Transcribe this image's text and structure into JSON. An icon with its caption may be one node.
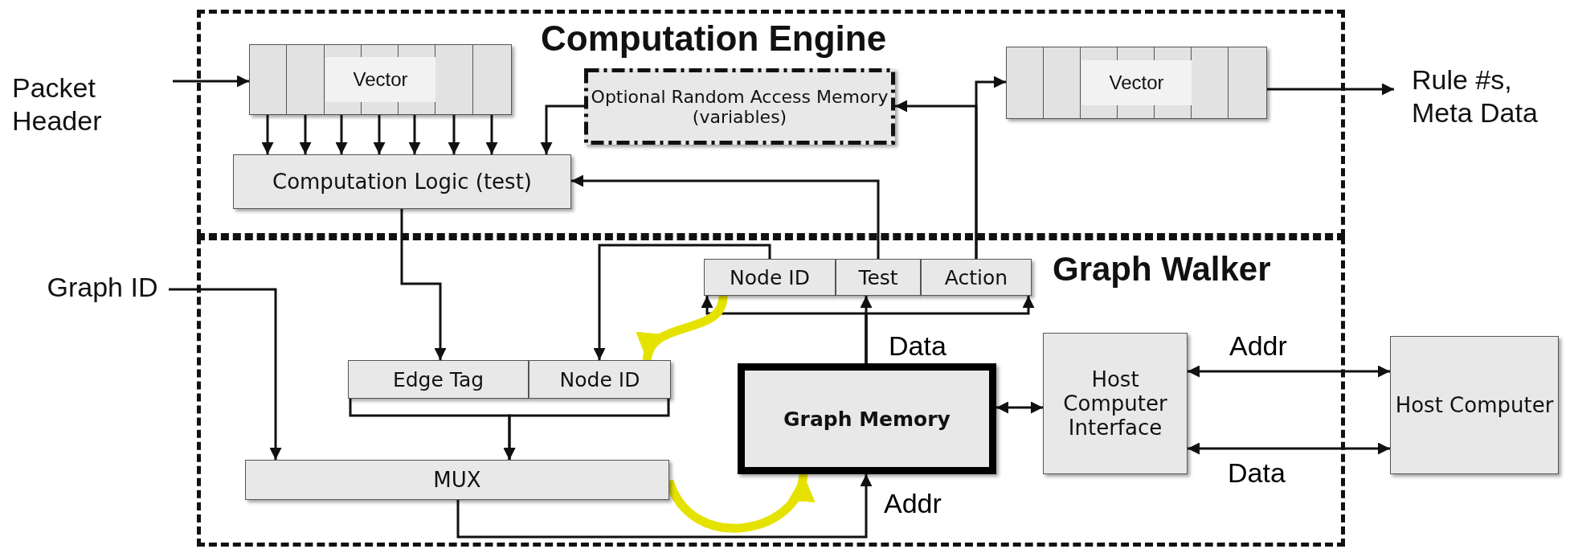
{
  "diagram": {
    "nodes": [
      {
        "text": [
          "Computation Engine"
        ]
      },
      {
        "text": [
          "Vector"
        ],
        "in": 0
      },
      {
        "text": [
          "Optional Random Access Memory (variables)"
        ],
        "in": 0
      },
      {
        "text": [
          "Vector"
        ],
        "in": 0
      },
      {
        "text": [
          "Computation Logic (test)"
        ],
        "in": 0
      },
      {
        "text": [
          "Graph Walker"
        ]
      },
      {
        "text": [
          "Node ID"
        ],
        "in": 5
      },
      {
        "text": [
          "Test"
        ],
        "in": 5
      },
      {
        "text": [
          "Action"
        ],
        "in": 5
      },
      {
        "text": [
          "Edge Tag"
        ],
        "in": 5
      },
      {
        "text": [
          "Node ID"
        ],
        "in": 5
      },
      {
        "text": [
          "MUX"
        ],
        "in": 5
      },
      {
        "text": [
          "Graph Memory"
        ],
        "in": 5
      },
      {
        "text": [
          "Host Computer Interface"
        ],
        "in": 5
      },
      {
        "text": [
          "Host Computer"
        ]
      },
      {
        "text": [
          "Packet Header"
        ]
      },
      {
        "text": [
          "Rule #s, Meta Data"
        ]
      },
      {
        "text": [
          "Graph ID"
        ]
      }
    ],
    "edges": [
      {
        "from": 15,
        "to": 1,
        "arrow": "to"
      },
      {
        "from": 1,
        "to": 4,
        "arrow": "to"
      },
      {
        "from": 1,
        "to": 4,
        "arrow": "to"
      },
      {
        "from": 1,
        "to": 4,
        "arrow": "to"
      },
      {
        "from": 1,
        "to": 4,
        "arrow": "to"
      },
      {
        "from": 1,
        "to": 4,
        "arrow": "to"
      },
      {
        "from": 1,
        "to": 4,
        "arrow": "to"
      },
      {
        "from": 1,
        "to": 4,
        "arrow": "to"
      },
      {
        "from": 2,
        "to": 4,
        "arrow": "to"
      },
      {
        "from": 8,
        "to": 2,
        "arrow": "to"
      },
      {
        "from": 8,
        "to": 3,
        "arrow": "to"
      },
      {
        "from": 7,
        "to": 4,
        "arrow": "to"
      },
      {
        "from": 3,
        "to": 16,
        "arrow": "to"
      },
      {
        "from": 4,
        "to": 9,
        "arrow": "to"
      },
      {
        "from": 6,
        "to": 10,
        "arrow": "to"
      },
      {
        "from": 17,
        "to": 11,
        "arrow": "to"
      },
      {
        "from": 9,
        "to": 11,
        "arrow": "to"
      },
      {
        "from": 10,
        "to": 11,
        "arrow": "to"
      },
      {
        "from": 12,
        "to": 6,
        "label": "Data",
        "arrow": "to"
      },
      {
        "from": 12,
        "to": 7,
        "arrow": "to"
      },
      {
        "from": 12,
        "to": 8,
        "arrow": "to"
      },
      {
        "from": 11,
        "to": 12,
        "label": "Addr",
        "arrow": "to"
      },
      {
        "from": 12,
        "to": 13,
        "arrow": "both"
      },
      {
        "from": 13,
        "to": 14,
        "label": "Addr",
        "arrow": "both"
      },
      {
        "from": 13,
        "to": 14,
        "label": "Data",
        "arrow": "both"
      },
      {
        "from": 6,
        "to": 10,
        "arrow": "to",
        "style": "thick",
        "color": "#e6e200"
      },
      {
        "from": 11,
        "to": 12,
        "arrow": "to",
        "style": "thick",
        "color": "#e6e200"
      }
    ]
  }
}
